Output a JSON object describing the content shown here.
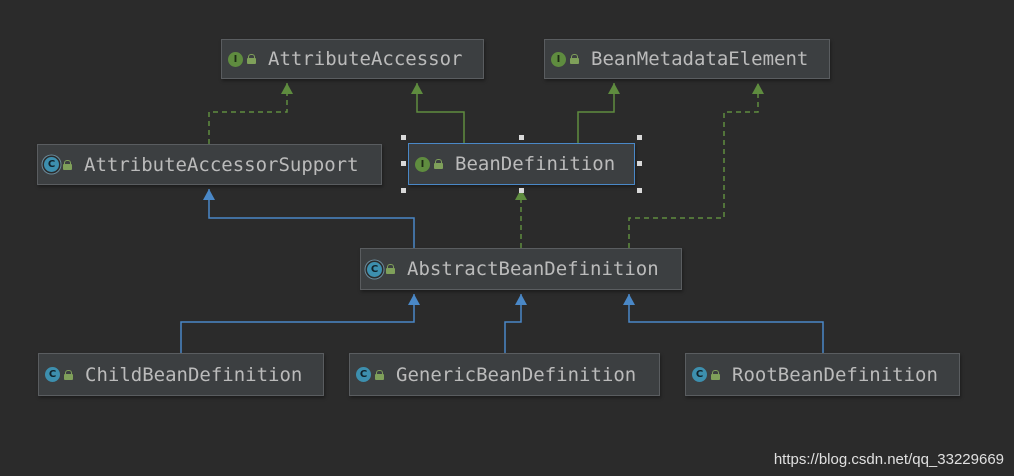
{
  "diagram": {
    "nodes": [
      {
        "id": "AttributeAccessor",
        "label": "AttributeAccessor",
        "kind": "interface",
        "badge": "I"
      },
      {
        "id": "BeanMetadataElement",
        "label": "BeanMetadataElement",
        "kind": "interface",
        "badge": "I"
      },
      {
        "id": "AttributeAccessorSupport",
        "label": "AttributeAccessorSupport",
        "kind": "abstract-class",
        "badge": "C"
      },
      {
        "id": "BeanDefinition",
        "label": "BeanDefinition",
        "kind": "interface",
        "badge": "I",
        "selected": true
      },
      {
        "id": "AbstractBeanDefinition",
        "label": "AbstractBeanDefinition",
        "kind": "abstract-class",
        "badge": "C"
      },
      {
        "id": "ChildBeanDefinition",
        "label": "ChildBeanDefinition",
        "kind": "class",
        "badge": "C"
      },
      {
        "id": "GenericBeanDefinition",
        "label": "GenericBeanDefinition",
        "kind": "class",
        "badge": "C"
      },
      {
        "id": "RootBeanDefinition",
        "label": "RootBeanDefinition",
        "kind": "class",
        "badge": "C"
      }
    ],
    "edges": [
      {
        "from": "AttributeAccessorSupport",
        "to": "AttributeAccessor",
        "type": "implements"
      },
      {
        "from": "BeanDefinition",
        "to": "AttributeAccessor",
        "type": "extends-interface"
      },
      {
        "from": "BeanDefinition",
        "to": "BeanMetadataElement",
        "type": "extends-interface"
      },
      {
        "from": "AbstractBeanDefinition",
        "to": "AttributeAccessorSupport",
        "type": "extends"
      },
      {
        "from": "AbstractBeanDefinition",
        "to": "BeanDefinition",
        "type": "implements"
      },
      {
        "from": "AbstractBeanDefinition",
        "to": "BeanMetadataElement",
        "type": "implements"
      },
      {
        "from": "ChildBeanDefinition",
        "to": "AbstractBeanDefinition",
        "type": "extends"
      },
      {
        "from": "GenericBeanDefinition",
        "to": "AbstractBeanDefinition",
        "type": "extends"
      },
      {
        "from": "RootBeanDefinition",
        "to": "AbstractBeanDefinition",
        "type": "extends"
      }
    ],
    "colors": {
      "background": "#2b2b2b",
      "node_fill": "#3c3f41",
      "text": "#bbbbbb",
      "extends_line": "#4a88c7",
      "implements_line": "#5f8c3f",
      "selection": "#4a88c7"
    }
  },
  "watermark": "https://blog.csdn.net/qq_33229669"
}
